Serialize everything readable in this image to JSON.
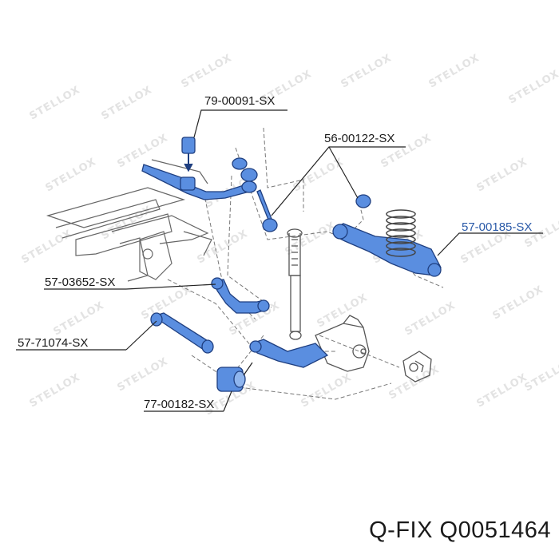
{
  "watermark": {
    "text": "STELLOX"
  },
  "labels": {
    "sway_bar_bushing": "79-00091-SX",
    "stabilizer_link": "56-00122-SX",
    "lower_spring_arm": "57-00185-SX",
    "upper_camber_arm": "57-03652-SX",
    "lower_control_arm": "57-71074-SX",
    "knuckle_bushing": "77-00182-SX"
  },
  "footer": {
    "brand": "Q-FIX",
    "part_number": "Q0051464"
  },
  "colors": {
    "highlight_part": "#5a8ee0",
    "line_art": "#555555",
    "leader": "#222222",
    "watermark": "#e3e3e3"
  }
}
